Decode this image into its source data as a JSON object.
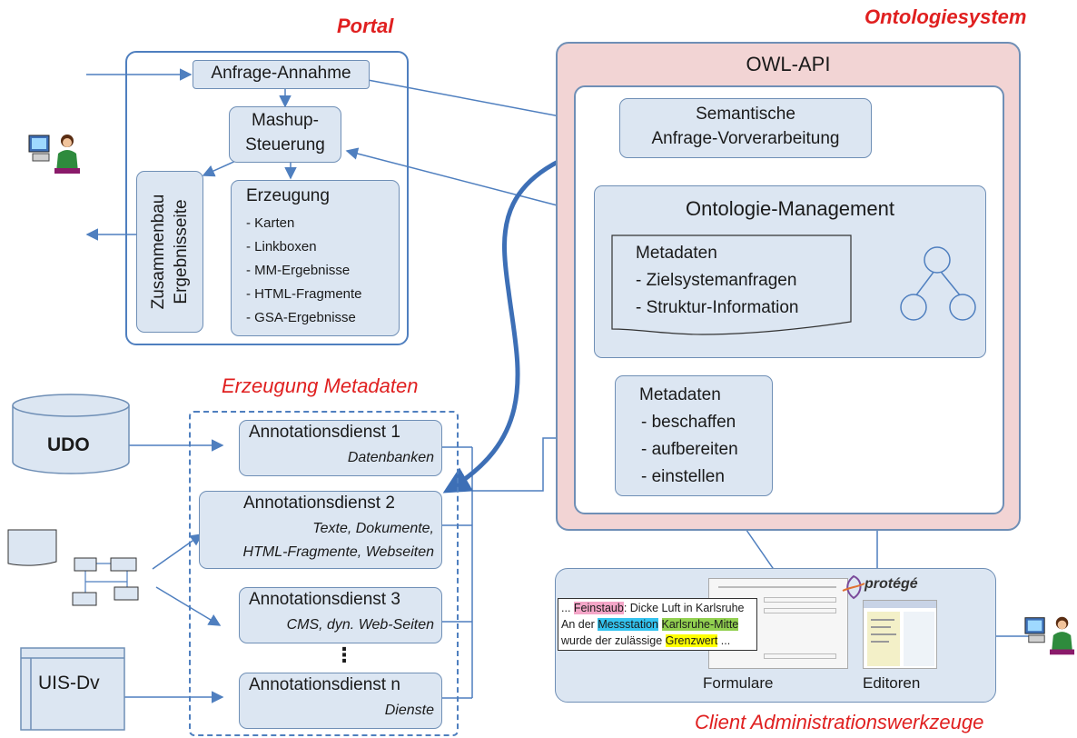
{
  "portal": {
    "title": "Portal",
    "anfrage_annahme": "Anfrage-Annahme",
    "mashup": [
      "Mashup-",
      "Steuerung"
    ],
    "zusammenbau": [
      "Zusammenbau",
      "Ergebnisseite"
    ],
    "erzeugung": {
      "title": "Erzeugung",
      "items": [
        "- Karten",
        "- Linkboxen",
        "- MM-Ergebnisse",
        "- HTML-Fragmente",
        "- GSA-Ergebnisse"
      ]
    }
  },
  "ontologiesystem": {
    "title": "Ontologiesystem",
    "owl_api": "OWL-API",
    "semantische": [
      "Semantische",
      "Anfrage-Vorverarbeitung"
    ],
    "ontologie_management": "Ontologie-Management",
    "metadaten_doc": [
      "Metadaten",
      "- Zielsystemanfragen",
      "- Struktur-Information"
    ],
    "metadaten_box": [
      "Metadaten",
      "- beschaffen",
      "- aufbereiten",
      "- einstellen"
    ]
  },
  "erzeugung_metadaten": {
    "title": "Erzeugung Metadaten",
    "dienste": [
      {
        "name": "Annotationsdienst 1",
        "desc": [
          "Datenbanken"
        ]
      },
      {
        "name": "Annotationsdienst 2",
        "desc": [
          "Texte, Dokumente,",
          "HTML-Fragmente, Webseiten"
        ]
      },
      {
        "name": "Annotationsdienst 3",
        "desc": [
          "CMS, dyn. Web-Seiten"
        ]
      },
      {
        "name": "Annotationsdienst n",
        "desc": [
          "Dienste"
        ]
      }
    ],
    "ellipsis": "⋮"
  },
  "sources": {
    "udo": "UDO",
    "uis": "UIS-Dv"
  },
  "client": {
    "title": "Client Administrationswerkzeuge",
    "formulare": "Formulare",
    "editoren": "Editoren",
    "protege": "protégé",
    "snippet": {
      "line1_pre": "... ",
      "line1_hl": "Feinstaub",
      "line1_post": ": Dicke Luft in Karlsruhe",
      "line2_pre": "An der ",
      "line2_hl1": "Messstation",
      "line2_mid": " ",
      "line2_hl2": "Karlsruhe-Mitte",
      "line3_pre": "wurde der zulässige ",
      "line3_hl": "Grenzwert",
      "line3_post": " ..."
    }
  },
  "colors": {
    "box_fill": "#dce6f2",
    "box_border": "#6f8fb6",
    "ontologie_bg": "#f2d4d4",
    "red_title": "#e02020",
    "arrow": "#4f7fbf",
    "hl_pink": "#f4a6c8",
    "hl_cyan": "#33c3ef",
    "hl_green": "#92d050",
    "hl_yellow": "#ffff00"
  },
  "icons": [
    "user-at-computer-icon",
    "document-icon",
    "network-icon",
    "database-icon",
    "window-icon",
    "tree-icon"
  ]
}
